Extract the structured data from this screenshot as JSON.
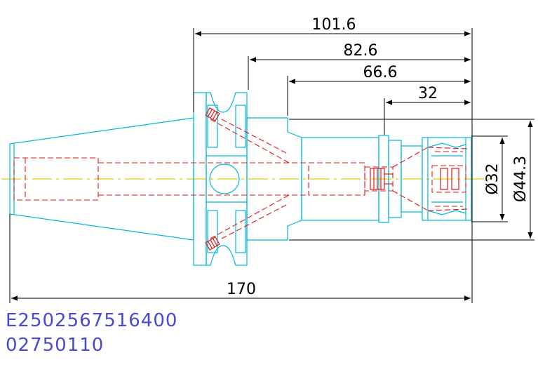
{
  "dimensions": {
    "overall_length": "170",
    "length_a": "101.6",
    "length_b": "82.6",
    "length_c": "66.6",
    "length_d": "32",
    "diameter_a": "Ø32",
    "diameter_b": "Ø44.3"
  },
  "part_numbers": {
    "line1": "E2502567516400",
    "line2": "02750110"
  },
  "colors": {
    "outline": "#00b8d8",
    "hidden": "#e01818",
    "centerline": "#d8d000",
    "dimension": "#000000",
    "part_text": "#4a4ad0"
  }
}
